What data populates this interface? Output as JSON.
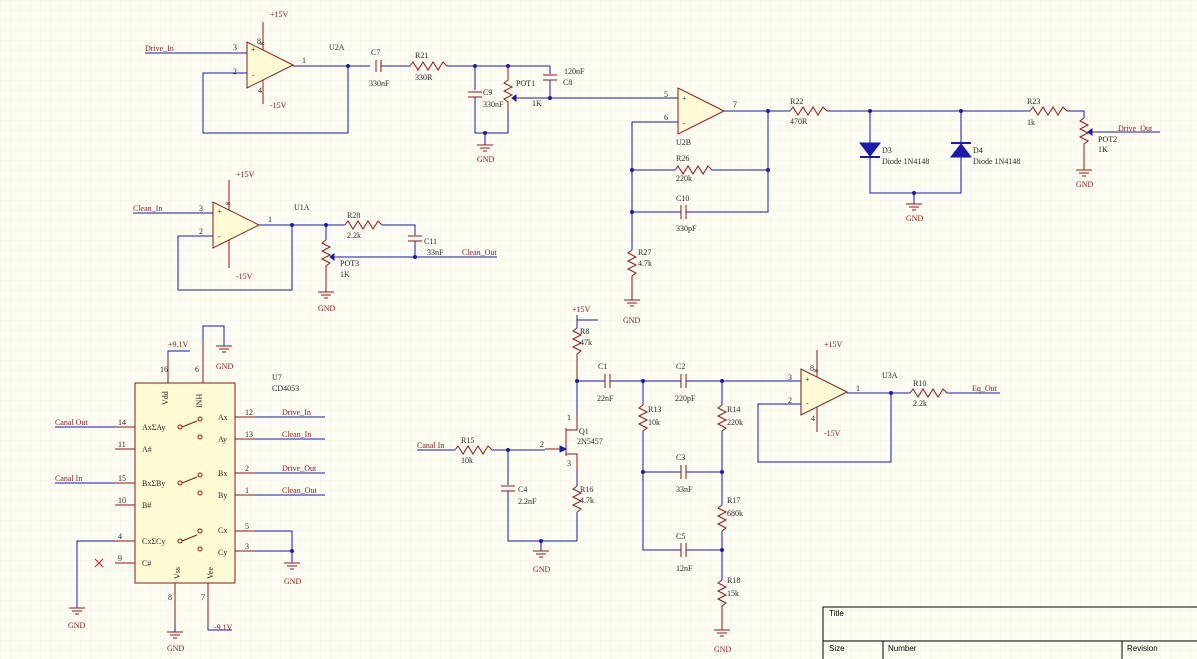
{
  "colors": {
    "background": "#fdfcf3",
    "wire": "#1a1ab0",
    "part": "#8a1a1a",
    "part_body": "#fffbd4"
  },
  "opamps": {
    "u2a": {
      "ref": "U2A",
      "vpos": "+15V",
      "vneg": "-15V"
    },
    "u1a": {
      "ref": "U1A",
      "vpos": "+15V",
      "vneg": "-15V"
    },
    "u2b": {
      "ref": "U2B"
    },
    "u3a": {
      "ref": "U3A",
      "vpos": "+15V",
      "vneg": "-15V"
    }
  },
  "pins": {
    "p1": "1",
    "p2": "2",
    "p3": "3",
    "p4": "4",
    "p5": "5",
    "p6": "6",
    "p7": "7",
    "p8": "8",
    "p9": "9",
    "p10": "10",
    "p11": "11",
    "p12": "12",
    "p13": "13",
    "p14": "14",
    "p15": "15",
    "p16": "16"
  },
  "opamp_signs": {
    "plus": "+",
    "minus": "-",
    "infinity": "∞"
  },
  "resistors": {
    "r21": {
      "ref": "R21",
      "val": "330R"
    },
    "r22": {
      "ref": "R22",
      "val": "470R"
    },
    "r23": {
      "ref": "R23",
      "val": "1k"
    },
    "r26": {
      "ref": "R26",
      "val": "220k"
    },
    "r27": {
      "ref": "R27",
      "val": "4.7k"
    },
    "r28": {
      "ref": "R28",
      "val": "2.2k"
    },
    "r8": {
      "ref": "R8",
      "val": "47k"
    },
    "r15": {
      "ref": "R15",
      "val": "10k"
    },
    "r16": {
      "ref": "R16",
      "val": "4.7k"
    },
    "r13": {
      "ref": "R13",
      "val": "10k"
    },
    "r14": {
      "ref": "R14",
      "val": "220k"
    },
    "r17": {
      "ref": "R17",
      "val": "680k"
    },
    "r18": {
      "ref": "R18",
      "val": "15k"
    },
    "r10": {
      "ref": "R10",
      "val": "2.2k"
    }
  },
  "capacitors": {
    "c7": {
      "ref": "C7",
      "val": "330nF"
    },
    "c8": {
      "ref": "C8",
      "val": "120nF"
    },
    "c9": {
      "ref": "C9",
      "val": "330nF"
    },
    "c10": {
      "ref": "C10",
      "val": "330pF"
    },
    "c11": {
      "ref": "C11",
      "val": "33nF"
    },
    "c1": {
      "ref": "C1",
      "val": "22nF"
    },
    "c2": {
      "ref": "C2",
      "val": "220pF"
    },
    "c3": {
      "ref": "C3",
      "val": "33nF"
    },
    "c4": {
      "ref": "C4",
      "val": "2.2nF"
    },
    "c5": {
      "ref": "C5",
      "val": "12nF"
    }
  },
  "pots": {
    "pot1": {
      "ref": "POT1",
      "val": "1K"
    },
    "pot2": {
      "ref": "POT2",
      "val": "1K"
    },
    "pot3": {
      "ref": "POT3",
      "val": "1K"
    }
  },
  "diodes": {
    "d3": {
      "ref": "D3",
      "val": "Diode 1N4148"
    },
    "d4": {
      "ref": "D4",
      "val": "Diode 1N4148"
    }
  },
  "transistor": {
    "ref": "Q1",
    "val": "2N5457"
  },
  "mux": {
    "ref": "U7",
    "val": "CD4053",
    "pins": {
      "axay": "AxΣAy",
      "a": "A#",
      "bxby": "BxΣBy",
      "b": "B#",
      "cxcy": "CxΣCy",
      "c": "C#",
      "ax": "Ax",
      "ay": "Ay",
      "bx": "Bx",
      "by": "By",
      "cx": "Cx",
      "cy": "Cy",
      "vdd": "Vdd",
      "inh": "INH",
      "vss": "Vss",
      "vee": "Vee"
    }
  },
  "nets": {
    "drive_in": "Drive_In",
    "clean_in": "Clean_In",
    "clean_out": "Clean_Out",
    "drive_out": "Drive_Out",
    "canal_out": "Canal Out",
    "canal_in": "Canal In",
    "eq_out": "Eq_Out"
  },
  "power": {
    "p15": "+15V",
    "n15": "-15V",
    "p91": "+9.1V",
    "n91": "-9.1V",
    "gnd": "GND"
  },
  "title_block": {
    "title": "Title",
    "size": "Size",
    "number": "Number",
    "revision": "Revision"
  }
}
